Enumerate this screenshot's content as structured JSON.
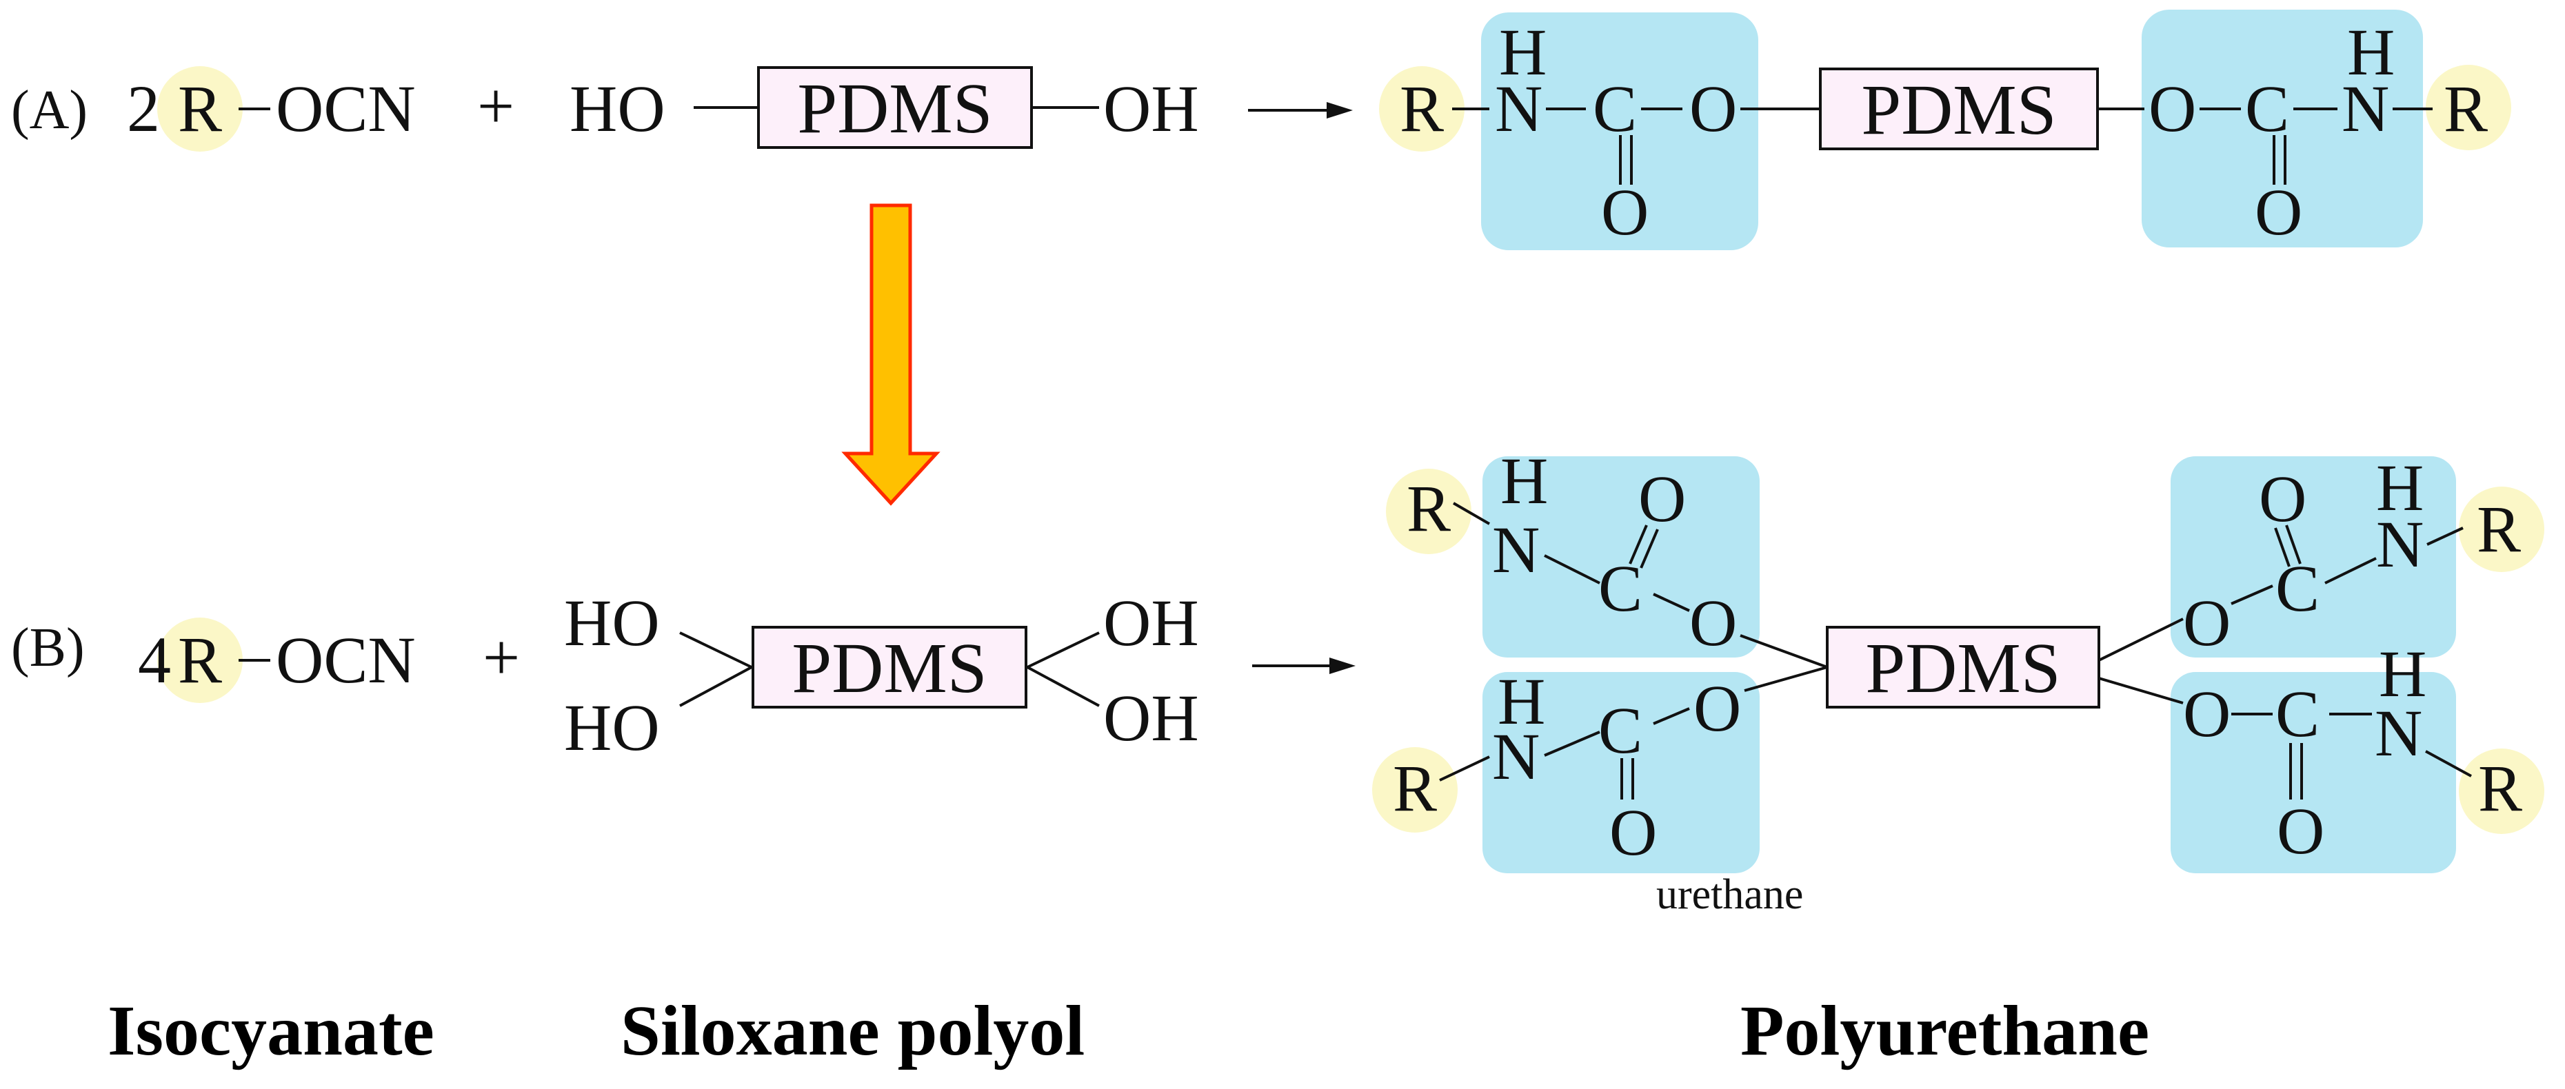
{
  "colors": {
    "urethane_highlight": "#b5e6f3",
    "r_group_highlight": "#fbf7c7",
    "pdms_box_fill": "#fdf0fa",
    "arrow_fill": "#ffc000",
    "arrow_outline": "#ff2a00"
  },
  "reaction_a": {
    "label": "(A)",
    "coefficient": "2",
    "r_group": "R",
    "isocyanate": "OCN",
    "plus": "+",
    "hydroxyl_left": "HO",
    "hydroxyl_right": "OH",
    "pdms": "PDMS",
    "product": {
      "r_left": "R",
      "r_right": "R",
      "n": "N",
      "h": "H",
      "c": "C",
      "o": "O",
      "pdms": "PDMS"
    }
  },
  "reaction_b": {
    "label": "(B)",
    "coefficient": "4",
    "r_group": "R",
    "isocyanate": "OCN",
    "plus": "+",
    "hydroxyl_left": "HO",
    "hydroxyl_right": "OH",
    "pdms": "PDMS",
    "product": {
      "r": "R",
      "n": "N",
      "h": "H",
      "c": "C",
      "o": "O",
      "pdms": "PDMS"
    },
    "urethane_caption": "urethane"
  },
  "footer": {
    "isocyanate": "Isocyanate",
    "siloxane_polyol": "Siloxane polyol",
    "polyurethane": "Polyurethane"
  }
}
